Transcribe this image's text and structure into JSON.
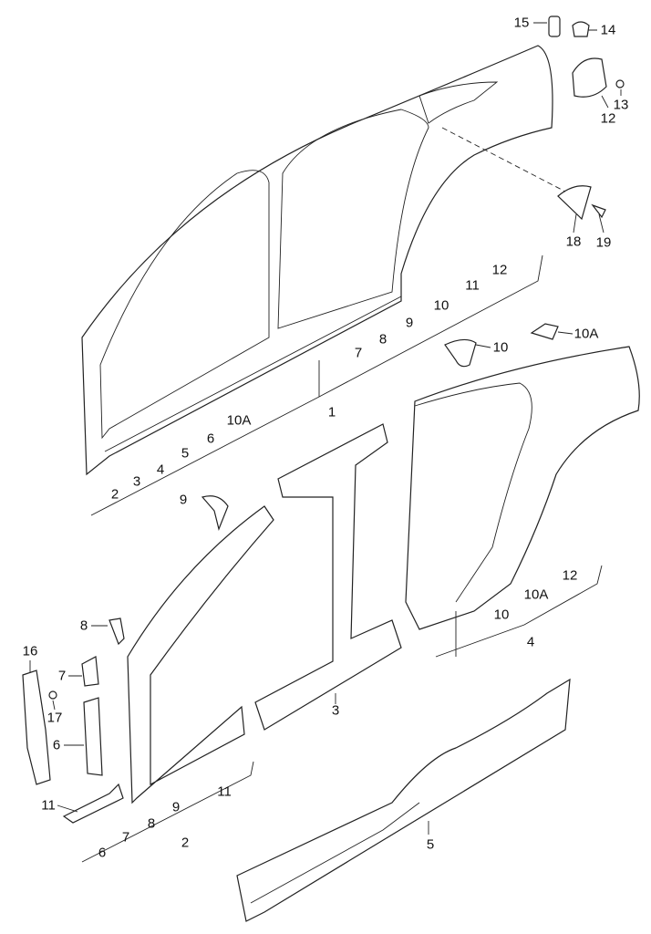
{
  "diagram": {
    "title": "Side panel parts diagram",
    "callouts": [
      "15",
      "14",
      "12",
      "13",
      "18",
      "19",
      "2",
      "3",
      "4",
      "5",
      "6",
      "10A",
      "1",
      "7",
      "8",
      "9",
      "10",
      "11",
      "12",
      "10",
      "10A",
      "9",
      "12",
      "10A",
      "10",
      "4",
      "3",
      "8",
      "16",
      "7",
      "17",
      "6",
      "11",
      "11",
      "9",
      "8",
      "7",
      "6",
      "2",
      "5"
    ]
  }
}
